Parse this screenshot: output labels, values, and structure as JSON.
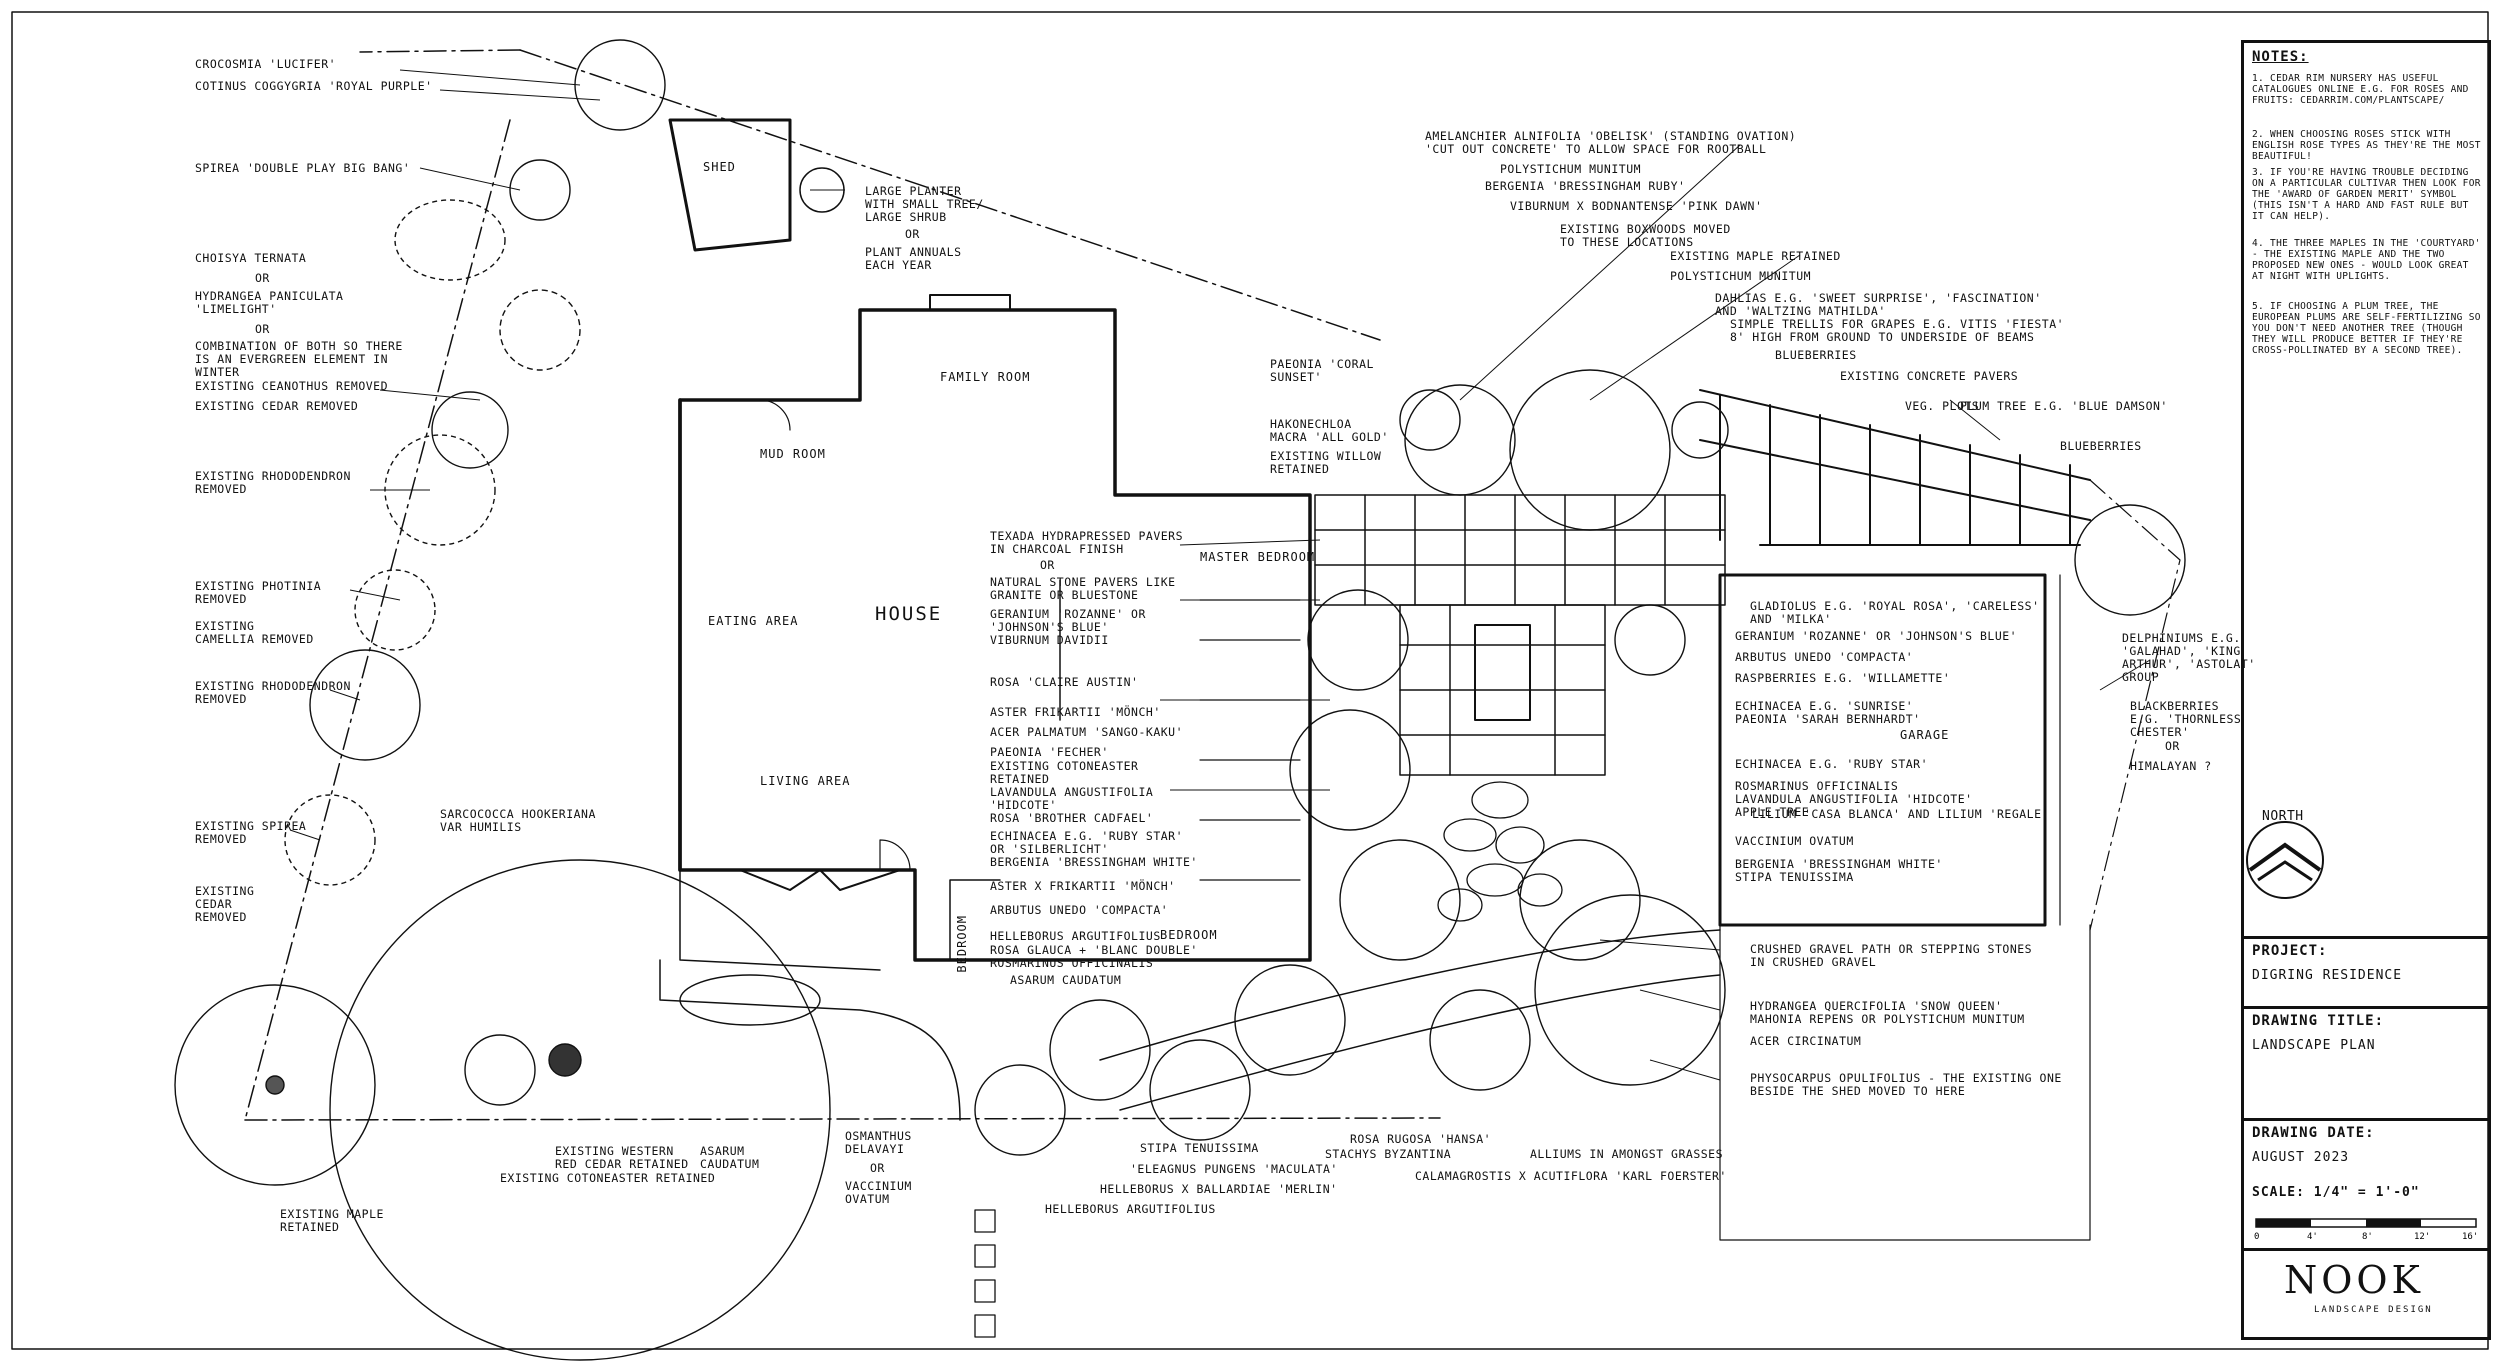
{
  "rooms": {
    "shed": "SHED",
    "family_room": "FAMILY ROOM",
    "mud_room": "MUD ROOM",
    "house": "HOUSE",
    "eating_area": "EATING AREA",
    "living_area": "LIVING AREA",
    "master_bedroom": "MASTER BEDROOM",
    "bedroom_left": "BEDROOM",
    "bedroom_bottom": "BEDROOM",
    "garage": "GARAGE"
  },
  "left_labels": {
    "crocosmia": "CROCOSMIA 'LUCIFER'",
    "cotinus": "COTINUS COGGYGRIA 'ROYAL PURPLE'",
    "spirea_top": "SPIREA 'DOUBLE PLAY BIG BANG'",
    "choisya": "CHOISYA TERNATA",
    "or_1": "OR",
    "hydrangea": "HYDRANGEA PANICULATA\n'LIMELIGHT'",
    "or_2": "OR",
    "combination": "COMBINATION OF BOTH SO THERE\nIS AN EVERGREEN ELEMENT IN\nWINTER",
    "ceanothus": "EXISTING CEANOTHUS REMOVED",
    "cedar": "EXISTING CEDAR REMOVED",
    "rhodo_1": "EXISTING RHODODENDRON\nREMOVED",
    "photinia": "EXISTING PHOTINIA\nREMOVED",
    "camellia": "EXISTING\nCAMELLIA REMOVED",
    "rhodo_2": "EXISTING RHODODENDRON\nREMOVED",
    "spirea_removed": "EXISTING SPIREA\nREMOVED",
    "cedar_removed": "EXISTING\nCEDAR\nREMOVED",
    "maple_retained": "EXISTING MAPLE\nRETAINED",
    "sarcococca": "SARCOCOCCA HOOKERIANA\nVAR HUMILIS",
    "western_red_cedar": "EXISTING WESTERN\nRED CEDAR RETAINED",
    "asarum_left": "ASARUM\nCAUDATUM",
    "cotoneaster": "EXISTING COTONEASTER RETAINED",
    "planter": "LARGE PLANTER\nWITH SMALL TREE/\nLARGE SHRUB",
    "or_3": "OR",
    "annuals": "PLANT ANNUALS\nEACH YEAR"
  },
  "center_labels": {
    "texada": "TEXADA HYDRAPRESSED PAVERS\nIN CHARCOAL FINISH",
    "or_a": "OR",
    "natural_stone": "NATURAL STONE PAVERS LIKE\nGRANITE OR BLUESTONE",
    "geranium_1": "GERANIUM 'ROZANNE' OR\n'JOHNSON'S BLUE'",
    "viburnum_d": "VIBURNUM DAVIDII",
    "rosa_claire": "ROSA 'CLAIRE AUSTIN'",
    "aster_monch": "ASTER FRIKARTII 'MÖNCH'",
    "acer_sango": "ACER PALMATUM 'SANGO-KAKU'",
    "paeonia_fecher": "PAEONIA 'FECHER'",
    "existing_cotoneaster": "EXISTING COTONEASTER\nRETAINED",
    "lavandula_1": "LAVANDULA ANGUSTIFOLIA\n'HIDCOTE'",
    "rosa_brother": "ROSA 'BROTHER CADFAEL'",
    "echinacea_1": "ECHINACEA E.G. 'RUBY STAR'\nOR 'SILBERLICHT'",
    "bergenia_1": "BERGENIA 'BRESSINGHAM WHITE'",
    "aster_x": "ASTER X FRIKARTII 'MÖNCH'",
    "arbutus_1": "ARBUTUS UNEDO 'COMPACTA'",
    "helleborus_arg": "HELLEBORUS ARGUTIFOLIUS",
    "rosa_sp": "ROSA GLAUCA + 'BLANC DOUBLE'\nROSMARINUS OFFICINALIS",
    "asarum_c": "ASARUM CAUDATUM",
    "osmanthus": "OSMANTHUS\nDELAVAYI",
    "or_b": "OR",
    "vaccinium": "VACCINIUM\nOVATUM",
    "stipa_1": "STIPA TENUISSIMA",
    "elaeagnus": "'ELEAGNUS PUNGENS 'MACULATA'",
    "helleborus_x": "HELLEBORUS X BALLARDIAE 'MERLIN'",
    "helleborus_arg2": "HELLEBORUS ARGUTIFOLIUS",
    "rosa_rugosa": "ROSA RUGOSA 'HANSA'",
    "stachys": "STACHYS BYZANTINA",
    "alliums": "ALLIUMS IN AMONGST GRASSES",
    "calamagrostis": "CALAMAGROSTIS X ACUTIFLORA 'KARL FOERSTER'"
  },
  "right_labels": {
    "amelanchier": "AMELANCHIER ALNIFOLIA 'OBELISK' (STANDING OVATION)\n'CUT OUT CONCRETE' TO ALLOW SPACE FOR ROOTBALL",
    "polystichum_1": "POLYSTICHUM MUNITUM",
    "bergenia_ruby": "BERGENIA 'BRESSINGHAM RUBY'",
    "viburnum_pink": "VIBURNUM X BODNANTENSE 'PINK DAWN'",
    "boxwoods": "EXISTING BOXWOODS MOVED\nTO THESE LOCATIONS",
    "maple_retained": "EXISTING MAPLE RETAINED",
    "polystichum_2": "POLYSTICHUM MUNITUM",
    "dahlias": "DAHLIAS E.G. 'SWEET SURPRISE', 'FASCINATION'\nAND 'WALTZING MATHILDA'",
    "trellis": "SIMPLE TRELLIS FOR GRAPES E.G. VITIS 'FIESTA'\n8' HIGH FROM GROUND TO UNDERSIDE OF BEAMS",
    "blueberries_1": "BLUEBERRIES",
    "concrete_pavers": "EXISTING CONCRETE PAVERS",
    "veg_plots": "VEG. PLOTS",
    "plum_tree": "PLUM TREE E.G. 'BLUE DAMSON'",
    "blueberries_2": "BLUEBERRIES",
    "paeonia_coral": "PAEONIA 'CORAL\nSUNSET'",
    "hakonechloa": "HAKONECHLOA\nMACRA 'ALL GOLD'",
    "willow": "EXISTING WILLOW\nRETAINED",
    "gladiolus": "GLADIOLUS E.G. 'ROYAL ROSA', 'CARELESS'\nAND 'MILKA'",
    "geranium_2": "GERANIUM 'ROZANNE' OR 'JOHNSON'S BLUE'",
    "arbutus_2": "ARBUTUS UNEDO 'COMPACTA'",
    "raspberries": "RASPBERRIES E.G. 'WILLAMETTE'",
    "echinacea_2": "ECHINACEA E.G. 'SUNRISE'\nPAEONIA 'SARAH BERNHARDT'",
    "echinacea_3": "ECHINACEA E.G. 'RUBY STAR'",
    "rosmarinus": "ROSMARINUS OFFICINALIS\nLAVANDULA ANGUSTIFOLIA 'HIDCOTE'\nAPPLE TREE",
    "lilium": "LILIUM 'CASA BLANCA' AND LILIUM 'REGALE'",
    "vaccinium": "VACCINIUM OVATUM",
    "bergenia_white": "BERGENIA 'BRESSINGHAM WHITE'\nSTIPA TENUISSIMA",
    "delphinium": "DELPHINIUMS E.G.\n'GALAHAD', 'KING\nARTHUR', 'ASTOLAT'\nGROUP",
    "blackberries": "BLACKBERRIES\nE.G. 'THORNLESS\nCHESTER'",
    "or_h": "OR",
    "himalayan": "HIMALAYAN ?",
    "gravel": "CRUSHED GRAVEL PATH OR STEPPING STONES\nIN CRUSHED GRAVEL",
    "hydrangea_q": "HYDRANGEA QUERCIFOLIA 'SNOW QUEEN'\nMAHONIA REPENS OR POLYSTICHUM MUNITUM",
    "acer_circ": "ACER CIRCINATUM",
    "physocarpus": "PHYSOCARPUS OPULIFOLIUS - THE EXISTING ONE\nBESIDE THE SHED MOVED TO HERE"
  },
  "north_label": "NORTH",
  "title_block": {
    "notes_heading": "NOTES:",
    "notes": [
      "1. CEDAR RIM NURSERY HAS USEFUL CATALOGUES ONLINE E.G. FOR ROSES AND FRUITS: CEDARRIM.COM/PLANTSCAPE/",
      "2. WHEN CHOOSING ROSES STICK WITH ENGLISH ROSE TYPES AS THEY'RE THE MOST BEAUTIFUL!",
      "3. IF YOU'RE HAVING TROUBLE DECIDING ON A PARTICULAR CULTIVAR THEN LOOK FOR THE 'AWARD OF GARDEN MERIT' SYMBOL (THIS ISN'T A HARD AND FAST RULE BUT IT CAN HELP).",
      "4. THE THREE MAPLES IN THE 'COURTYARD' - THE EXISTING MAPLE AND THE TWO PROPOSED NEW ONES - WOULD LOOK GREAT AT NIGHT WITH UPLIGHTS.",
      "5. IF CHOOSING A PLUM TREE, THE EUROPEAN PLUMS ARE SELF-FERTILIZING SO YOU DON'T NEED ANOTHER TREE (THOUGH THEY WILL PRODUCE BETTER IF THEY'RE CROSS-POLLINATED BY A SECOND TREE)."
    ],
    "project_heading": "PROJECT:",
    "project": "DIGRING RESIDENCE",
    "drawing_title_heading": "DRAWING TITLE:",
    "drawing_title": "LANDSCAPE PLAN",
    "drawing_date_heading": "DRAWING DATE:",
    "drawing_date": "AUGUST 2023",
    "scale_label": "SCALE: 1/4\" = 1'-0\"",
    "scale_ticks": [
      "0",
      "4'",
      "8'",
      "12'",
      "16'"
    ],
    "logo": "NOOK",
    "logo_sub": "LANDSCAPE DESIGN"
  }
}
